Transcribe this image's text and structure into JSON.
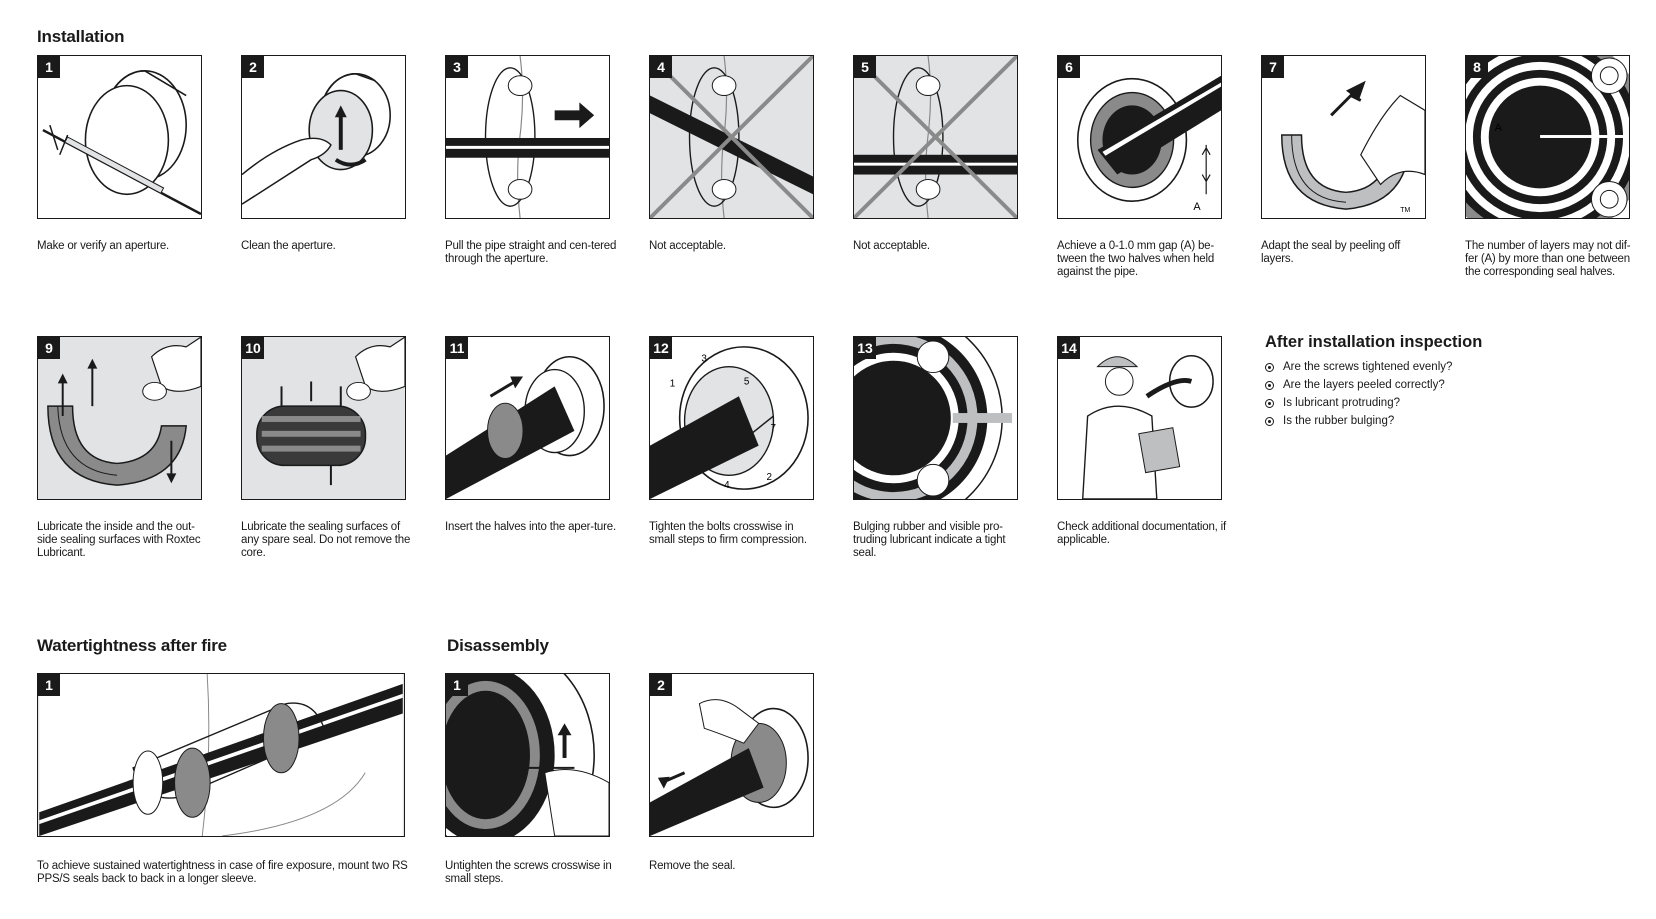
{
  "sections": {
    "installation": "Installation",
    "watertightness": "Watertightness after fire",
    "disassembly": "Disassembly"
  },
  "installation_steps": [
    {
      "number": "1",
      "caption": "Make or verify an aperture.",
      "icon": "caliper-measuring-icon"
    },
    {
      "number": "2",
      "caption": "Clean the aperture.",
      "icon": "hand-cleaning-icon"
    },
    {
      "number": "3",
      "caption": "Pull the pipe straight and cen-tered through the aperture.",
      "icon": "pipe-straight-icon"
    },
    {
      "number": "4",
      "caption": "Not acceptable.",
      "icon": "angled-pipe-cross-icon"
    },
    {
      "number": "5",
      "caption": "Not acceptable.",
      "icon": "offset-pipe-cross-icon"
    },
    {
      "number": "6",
      "caption": "Achieve a 0-1.0 mm gap (A) be-tween the two halves when held against the pipe.",
      "icon": "gap-measure-icon"
    },
    {
      "number": "7",
      "caption": "Adapt the seal by peeling off layers.",
      "icon": "peel-layers-icon"
    },
    {
      "number": "8",
      "caption": "The number of layers may not dif-fer (A) by more than one between the corresponding seal halves.",
      "icon": "layer-rings-icon"
    },
    {
      "number": "9",
      "caption": "Lubricate the inside and the out-side sealing surfaces with Roxtec Lubricant.",
      "icon": "lubricate-seal-icon"
    },
    {
      "number": "10",
      "caption": "Lubricate the sealing surfaces of any spare seal. Do not remove the core.",
      "icon": "lubricate-spare-icon"
    },
    {
      "number": "11",
      "caption": "Insert the halves into the aper-ture.",
      "icon": "insert-halves-icon"
    },
    {
      "number": "12",
      "caption": "Tighten the bolts crosswise in small steps to firm compression.",
      "icon": "tighten-bolts-icon"
    },
    {
      "number": "13",
      "caption": "Bulging rubber and visible pro-truding lubricant indicate a tight seal.",
      "icon": "bulging-rubber-icon"
    },
    {
      "number": "14",
      "caption": "Check additional documentation, if applicable.",
      "icon": "worker-documentation-icon"
    }
  ],
  "inspection": {
    "title": "After installation inspection",
    "items": [
      "Are the screws tightened evenly?",
      "Are the layers peeled correctly?",
      "Is lubricant protruding?",
      "Is the rubber bulging?"
    ]
  },
  "watertightness_steps": [
    {
      "number": "1",
      "caption": "To achieve sustained watertightness in case of fire exposure, mount two RS PPS/S seals back to back in a longer sleeve.",
      "icon": "double-seal-sleeve-icon"
    }
  ],
  "disassembly_steps": [
    {
      "number": "1",
      "caption": "Untighten the screws crosswise in small steps.",
      "icon": "untighten-screws-icon"
    },
    {
      "number": "2",
      "caption": "Remove the seal.",
      "icon": "remove-seal-icon"
    }
  ],
  "labels": {
    "gap": "A",
    "layer_diff": "A",
    "tm": "TM",
    "bolt_order": [
      "1",
      "2",
      "3",
      "4",
      "5",
      "7"
    ]
  }
}
